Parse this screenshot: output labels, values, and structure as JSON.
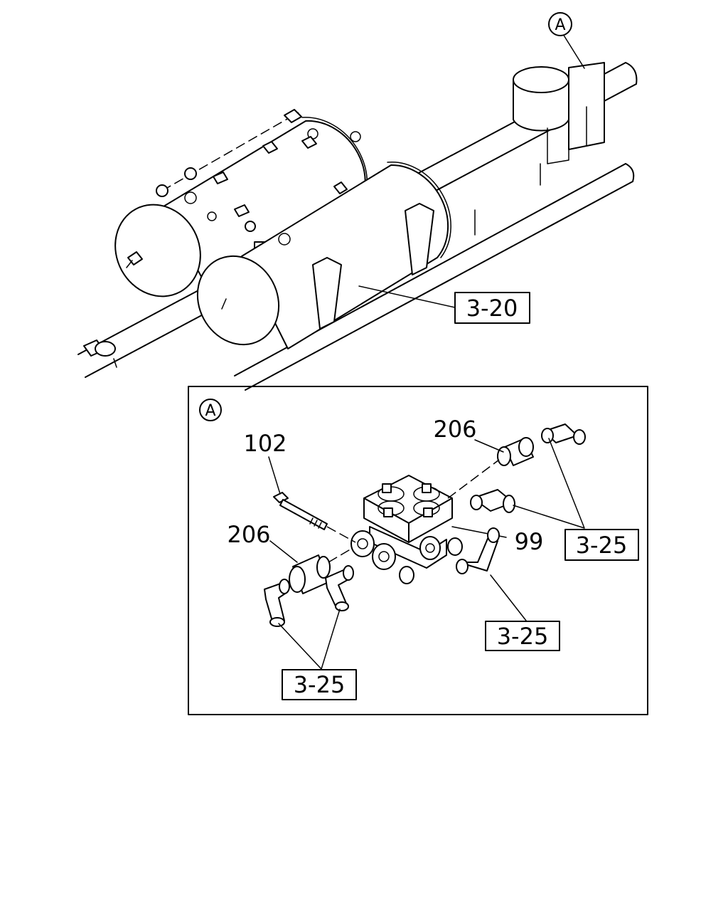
{
  "callouts": {
    "detail_ref_top": "A",
    "detail_ref_box": "A",
    "ref_3_20": "3-20",
    "part_102": "102",
    "part_206_top": "206",
    "part_206_left": "206",
    "part_99": "99",
    "ref_3_25_right": "3-25",
    "ref_3_25_mid": "3-25",
    "ref_3_25_bottom": "3-25"
  }
}
